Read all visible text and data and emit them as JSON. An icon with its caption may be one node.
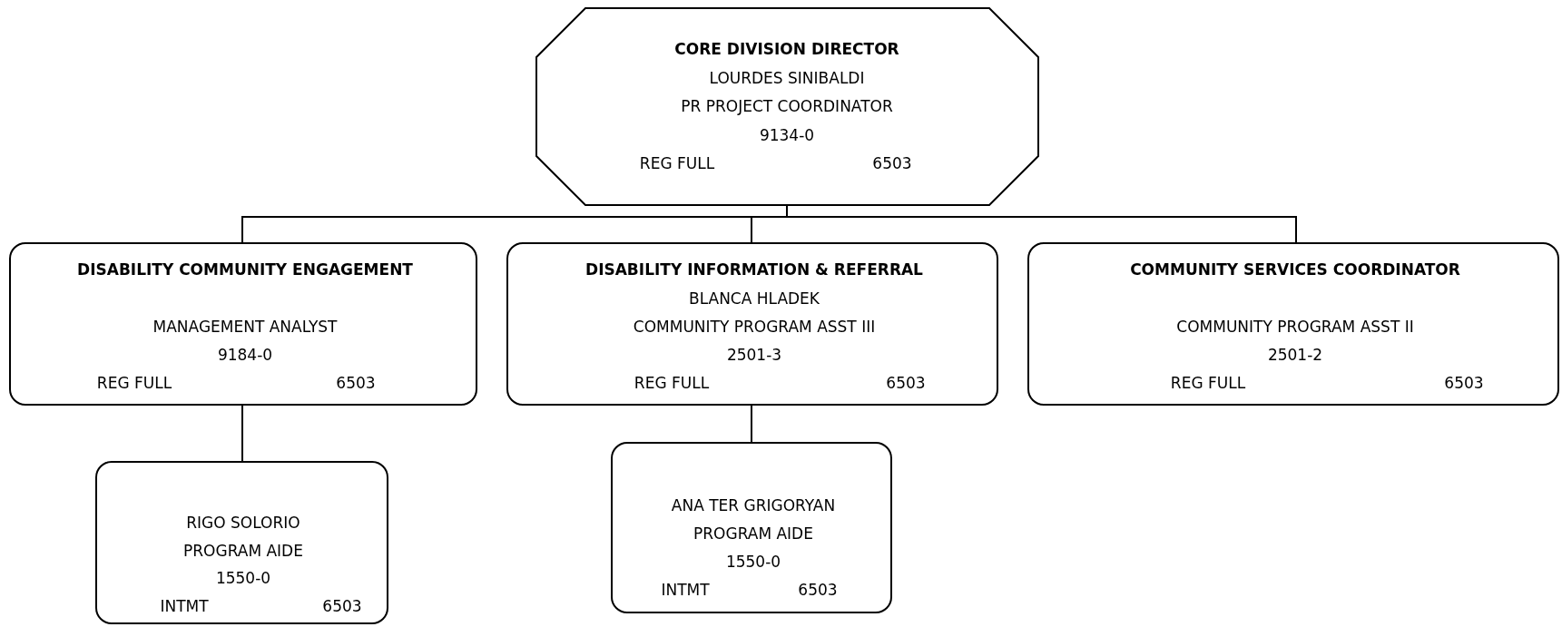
{
  "diagram": {
    "nodes": [
      {
        "text": [
          "CORE DIVISION DIRECTOR",
          "LOURDES SINIBALDI",
          "PR PROJECT COORDINATOR",
          "9134-0",
          "REG FULL",
          "6503"
        ]
      },
      {
        "text": [
          "DISABILITY COMMUNITY ENGAGEMENT",
          "MANAGEMENT ANALYST",
          "9184-0",
          "REG FULL",
          "6503"
        ]
      },
      {
        "text": [
          "DISABILITY INFORMATION & REFERRAL",
          "BLANCA HLADEK",
          "COMMUNITY PROGRAM ASST III",
          "2501-3",
          "REG FULL",
          "6503"
        ]
      },
      {
        "text": [
          "COMMUNITY SERVICES COORDINATOR",
          "COMMUNITY PROGRAM ASST II",
          "2501-2",
          "REG FULL",
          "6503"
        ]
      },
      {
        "text": [
          "RIGO SOLORIO",
          "PROGRAM AIDE",
          "1550-0",
          "INTMT",
          "6503"
        ]
      },
      {
        "text": [
          "ANA TER GRIGORYAN",
          "PROGRAM AIDE",
          "1550-0",
          "INTMT",
          "6503"
        ]
      }
    ],
    "edges": [
      {
        "from": 0,
        "to": 1,
        "arrow": "none"
      },
      {
        "from": 0,
        "to": 2,
        "arrow": "none"
      },
      {
        "from": 0,
        "to": 3,
        "arrow": "none"
      },
      {
        "from": 1,
        "to": 4,
        "arrow": "none"
      },
      {
        "from": 2,
        "to": 5,
        "arrow": "none"
      }
    ]
  }
}
